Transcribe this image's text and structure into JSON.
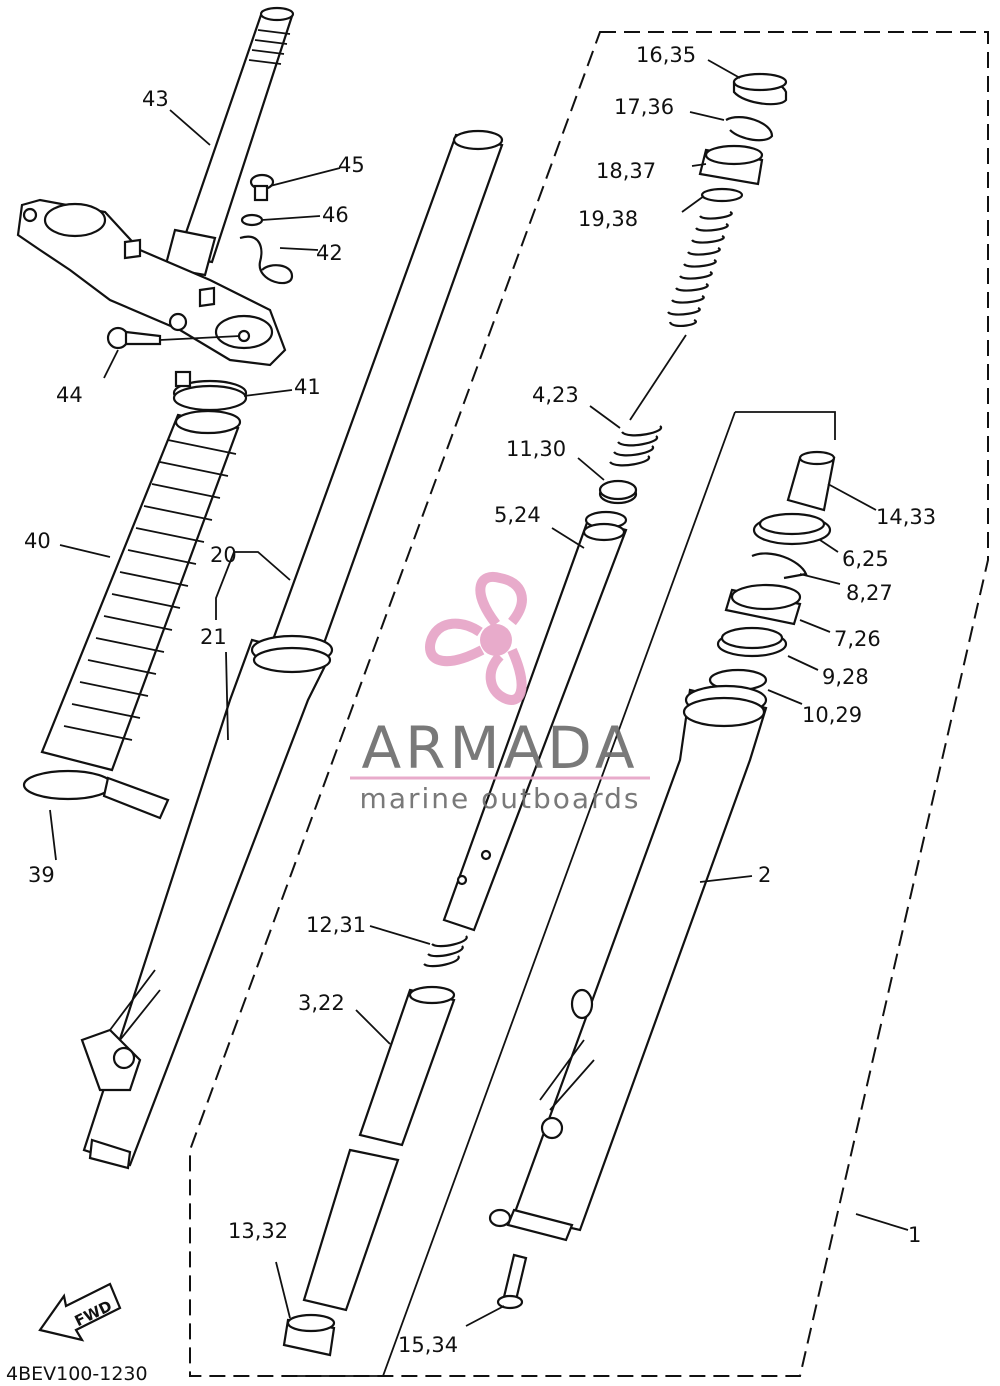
{
  "diagram": {
    "code": "4BEV100-1230",
    "fwd_label": "FWD",
    "watermark": {
      "brand": "ARMADA",
      "tagline": "marine outboards",
      "accent_color": "#e6a3c6",
      "text_color": "#6b6b6b"
    },
    "callouts": [
      {
        "id": "c1",
        "label": "1"
      },
      {
        "id": "c2",
        "label": "2"
      },
      {
        "id": "c3",
        "label": "3,22"
      },
      {
        "id": "c4",
        "label": "4,23"
      },
      {
        "id": "c5",
        "label": "5,24"
      },
      {
        "id": "c6",
        "label": "6,25"
      },
      {
        "id": "c7",
        "label": "7,26"
      },
      {
        "id": "c8",
        "label": "8,27"
      },
      {
        "id": "c9",
        "label": "9,28"
      },
      {
        "id": "c10",
        "label": "10,29"
      },
      {
        "id": "c11",
        "label": "11,30"
      },
      {
        "id": "c12",
        "label": "12,31"
      },
      {
        "id": "c13",
        "label": "13,32"
      },
      {
        "id": "c14",
        "label": "14,33"
      },
      {
        "id": "c15",
        "label": "15,34"
      },
      {
        "id": "c16",
        "label": "16,35"
      },
      {
        "id": "c17",
        "label": "17,36"
      },
      {
        "id": "c18",
        "label": "18,37"
      },
      {
        "id": "c19",
        "label": "19,38"
      },
      {
        "id": "c20",
        "label": "20"
      },
      {
        "id": "c21",
        "label": "21"
      },
      {
        "id": "c39",
        "label": "39"
      },
      {
        "id": "c40",
        "label": "40"
      },
      {
        "id": "c41",
        "label": "41"
      },
      {
        "id": "c42",
        "label": "42"
      },
      {
        "id": "c43",
        "label": "43"
      },
      {
        "id": "c44",
        "label": "44"
      },
      {
        "id": "c45",
        "label": "45"
      },
      {
        "id": "c46",
        "label": "46"
      }
    ]
  }
}
